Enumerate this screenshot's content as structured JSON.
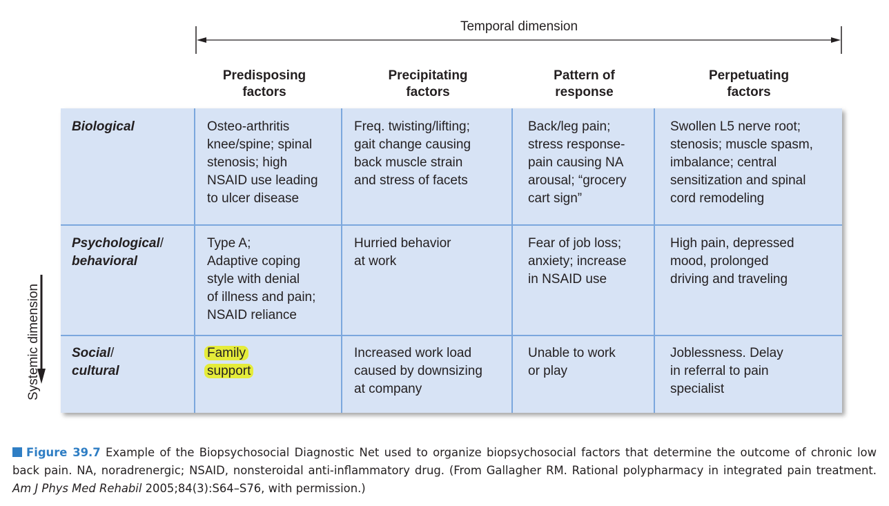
{
  "temporal_axis": {
    "label": "Temporal dimension"
  },
  "systemic_axis": {
    "label": "Systemic dimension"
  },
  "columns": [
    {
      "lines": [
        "Predisposing",
        "factors"
      ]
    },
    {
      "lines": [
        "Precipitating",
        "factors"
      ]
    },
    {
      "lines": [
        "Pattern of",
        "response"
      ]
    },
    {
      "lines": [
        "Perpetuating",
        "factors"
      ]
    }
  ],
  "rows": [
    {
      "label": {
        "main": "Biological",
        "second": ""
      },
      "cells": [
        [
          "Osteo-arthritis",
          "knee/spine; spinal",
          "stenosis; high",
          "NSAID use leading",
          "to ulcer disease"
        ],
        [
          "Freq. twisting/lifting;",
          "gait change causing",
          "back muscle strain",
          "and stress of facets"
        ],
        [
          "Back/leg pain;",
          "stress response-",
          "pain causing NA",
          "arousal; “grocery",
          "cart sign”"
        ],
        [
          "Swollen L5 nerve root;",
          "stenosis; muscle spasm,",
          "imbalance; central",
          "sensitization and spinal",
          "cord remodeling"
        ]
      ]
    },
    {
      "label": {
        "main": "Psychological",
        "slash": "/",
        "second": "behavioral"
      },
      "cells": [
        [
          "Type A;",
          "Adaptive coping",
          "style with denial",
          "of illness and pain;",
          "NSAID reliance"
        ],
        [
          "Hurried behavior",
          "at work"
        ],
        [
          "Fear of job loss;",
          "anxiety; increase",
          "in NSAID use"
        ],
        [
          "High pain, depressed",
          "mood, prolonged",
          "driving and traveling"
        ]
      ]
    },
    {
      "label": {
        "main": "Social",
        "slash": "/",
        "second": "cultural"
      },
      "cells": [
        [
          "Family",
          "support"
        ],
        [
          "Increased work load",
          "caused by downsizing",
          "at company"
        ],
        [
          "Unable to work",
          "or play"
        ],
        [
          "Joblessness. Delay",
          "in referral to pain",
          "specialist"
        ]
      ]
    }
  ],
  "highlight_color": "#e5ec3a",
  "grid_color": "#7ba7dd",
  "table_bg": "#d7e3f5",
  "caption": {
    "figure_label": "Figure 39.7",
    "text_1": " Example of the Biopsychosocial Diagnostic Net used to organize biopsychosocial factors that determine the outcome of chronic low back pain. NA, noradrenergic; NSAID, nonsteroidal anti-inflammatory drug. (From Gallagher RM. Rational polypharmacy in integrated pain treatment. ",
    "journal": "Am J Phys Med Rehabil",
    "text_2": " 2005;84(3):S64–S76, with permission.)"
  }
}
